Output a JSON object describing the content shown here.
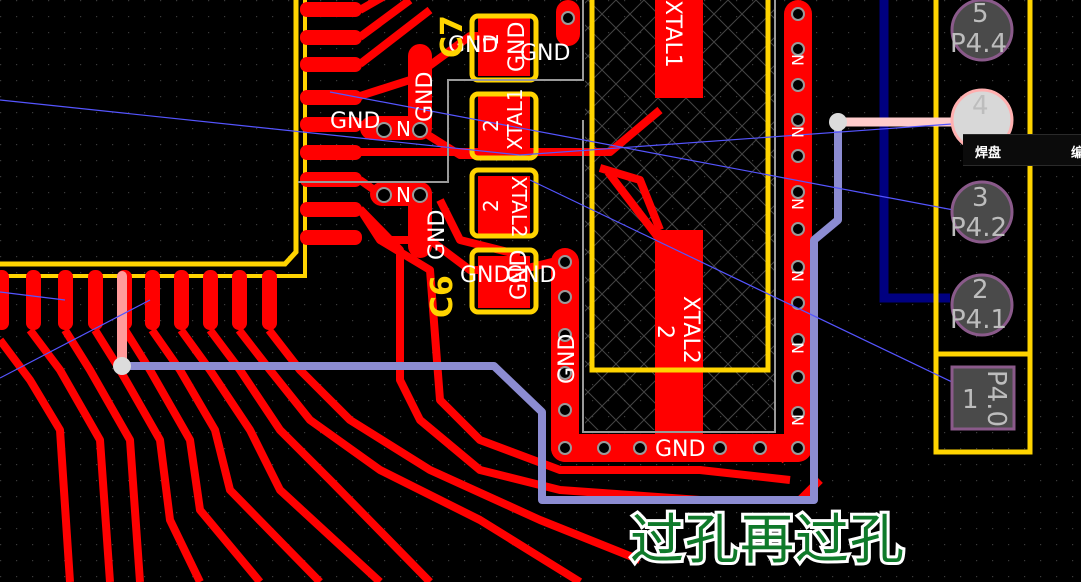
{
  "canvas": {
    "background": "#000000",
    "colors": {
      "top_copper": "#ff0000",
      "bottom_copper": "#000080",
      "silkscreen": "#ffd400",
      "ratsnest": "#5555ff",
      "selected_track": "#8c8cd2",
      "outline": "#808080"
    }
  },
  "labels": {
    "gnd": "GND",
    "n": "N",
    "xtal1": "XTAL1",
    "xtal2": "XTAL2",
    "pad1": "1",
    "pad2": "2",
    "c7": "C7",
    "c6": "C6"
  },
  "header_pins": [
    {
      "num": "5",
      "net": "P4.4"
    },
    {
      "num": "4",
      "net": ""
    },
    {
      "num": "3",
      "net": "P4.2"
    },
    {
      "num": "2",
      "net": "P4.1"
    },
    {
      "num": "1",
      "net": "P4.0"
    }
  ],
  "tooltip": {
    "label": "焊盘",
    "trailing": "编"
  },
  "annotation": "过孔再过孔"
}
